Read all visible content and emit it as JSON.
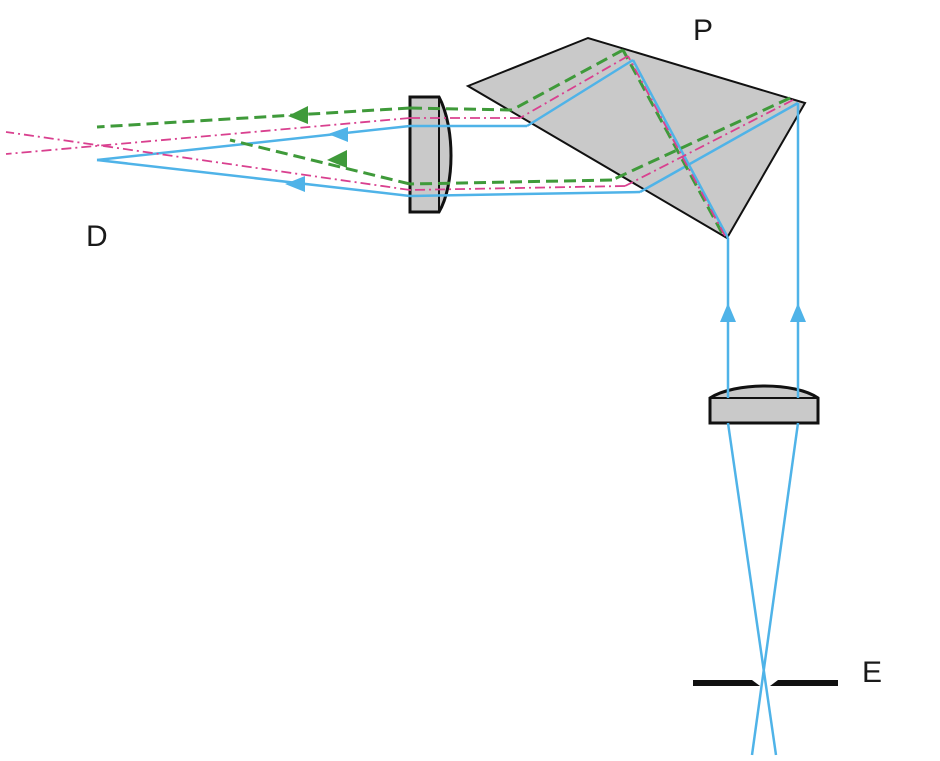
{
  "labels": {
    "prism": "P",
    "detector": "D",
    "eyepiece_stop": "E"
  },
  "colors": {
    "background": "#ffffff",
    "blue_ray": "#4fb3e8",
    "green_ray": "#3f9a3a",
    "magenta_ray": "#d9408f",
    "glass_fill": "#c9c9c9",
    "outline": "#111111"
  }
}
